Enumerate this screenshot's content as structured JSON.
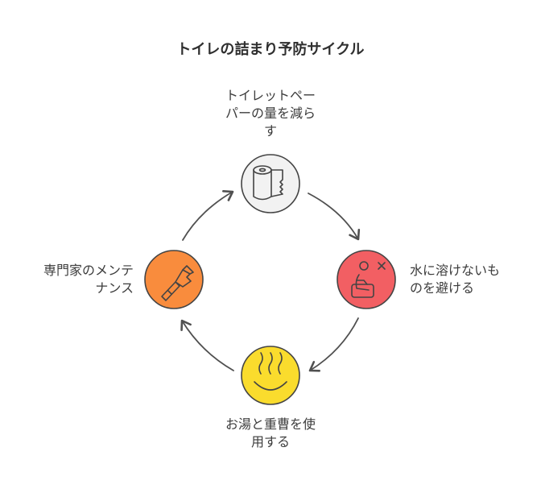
{
  "title": "トイレの詰まり予防サイクル",
  "colors": {
    "top_fill": "#f2f2f2",
    "right_fill": "#f25f63",
    "bottom_fill": "#fadc2d",
    "left_fill": "#f98c3d",
    "stroke": "#444444",
    "arrow": "#505050"
  },
  "nodes": [
    {
      "id": "top",
      "icon": "toilet-paper-icon",
      "lines": [
        "トイレットペー",
        "パーの量を減ら",
        "す"
      ]
    },
    {
      "id": "right",
      "icon": "person-no-icon",
      "lines": [
        "水に溶けないも",
        "のを避ける"
      ]
    },
    {
      "id": "bottom",
      "icon": "hot-bath-icon",
      "lines": [
        "お湯と重曹を使",
        "用する"
      ]
    },
    {
      "id": "left",
      "icon": "wrench-icon",
      "lines": [
        "専門家のメンテ",
        "ナンス"
      ]
    }
  ]
}
